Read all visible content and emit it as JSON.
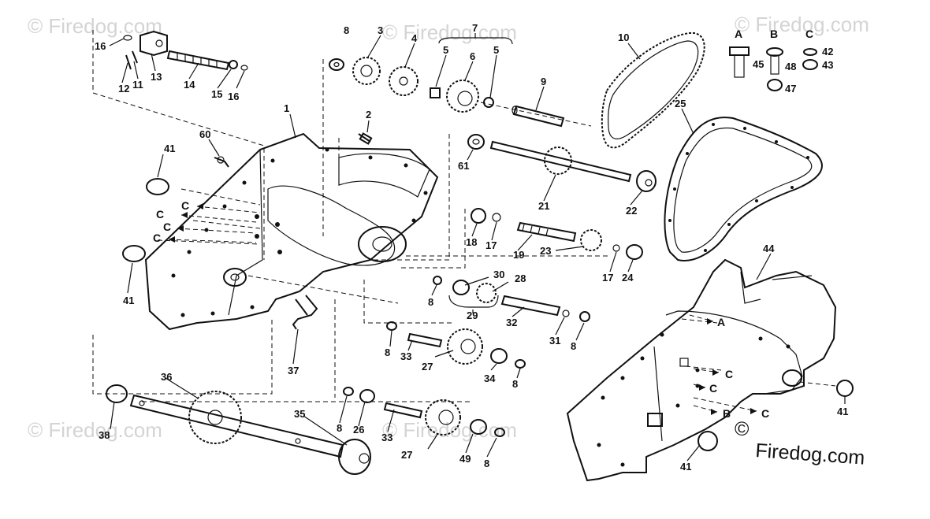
{
  "brand": {
    "copyright_symbol": "©",
    "text": "Firedog.com",
    "watermark": "© Firedog.com"
  },
  "legend": {
    "A": "A",
    "B": "B",
    "C": "C",
    "a_part": "45",
    "b_part_top": "48",
    "b_part_bottom": "47",
    "c_part_top": "42",
    "c_part_bottom": "43"
  },
  "arrow_letters": {
    "c": "C",
    "a": "A",
    "b": "B"
  },
  "callouts": {
    "p1": "1",
    "p2": "2",
    "p3": "3",
    "p4": "4",
    "p5a": "5",
    "p5b": "5",
    "p6": "6",
    "p7": "7",
    "p8a": "8",
    "p8b": "8",
    "p8c": "8",
    "p8d": "8",
    "p8e": "8",
    "p8f": "8",
    "p8g": "8",
    "p9": "9",
    "p10": "10",
    "p11": "11",
    "p12": "12",
    "p13": "13",
    "p14": "14",
    "p15": "15",
    "p16a": "16",
    "p16b": "16",
    "p17a": "17",
    "p17b": "17",
    "p18": "18",
    "p19": "19",
    "p21": "21",
    "p22": "22",
    "p23": "23",
    "p24": "24",
    "p25": "25",
    "p26": "26",
    "p27a": "27",
    "p27b": "27",
    "p28": "28",
    "p29": "29",
    "p30": "30",
    "p31": "31",
    "p32": "32",
    "p33a": "33",
    "p33b": "33",
    "p34": "34",
    "p35": "35",
    "p36": "36",
    "p37": "37",
    "p38": "38",
    "p41a": "41",
    "p41b": "41",
    "p41c": "41",
    "p41d": "41",
    "p44": "44",
    "p49": "49",
    "p60": "60",
    "p61": "61"
  }
}
